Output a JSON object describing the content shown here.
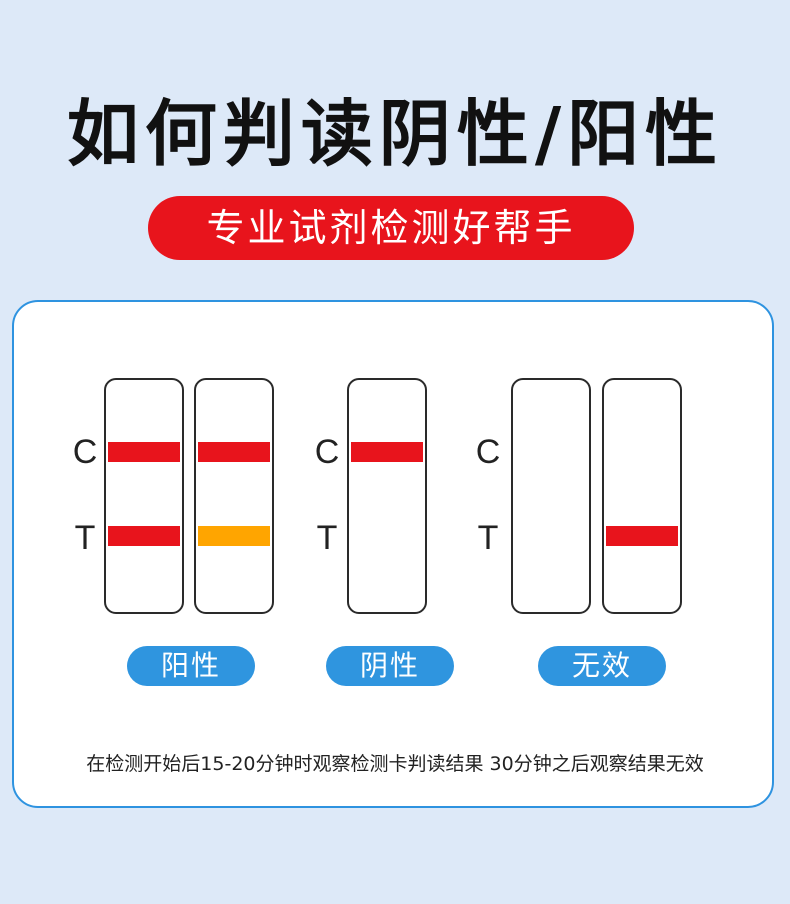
{
  "title": "如何判读阴性/阳性",
  "subtitle": "专业试剂检测好帮手",
  "line_labels": {
    "control": "C",
    "test": "T"
  },
  "groups": [
    {
      "label": "阳性",
      "strips": [
        {
          "c_line": "#e8141c",
          "t_line": "#e8141c"
        },
        {
          "c_line": "#e8141c",
          "t_line": "#ffa500"
        }
      ]
    },
    {
      "label": "阴性",
      "strips": [
        {
          "c_line": "#e8141c",
          "t_line": null
        }
      ]
    },
    {
      "label": "无效",
      "strips": [
        {
          "c_line": null,
          "t_line": null
        },
        {
          "c_line": null,
          "t_line": "#e8141c"
        }
      ]
    }
  ],
  "note": "在检测开始后15-20分钟时观察检测卡判读结果 30分钟之后观察结果无效",
  "colors": {
    "background": "#dde9f8",
    "accent_red": "#e8141c",
    "accent_blue": "#2f95df",
    "faint_line": "#ffa500"
  }
}
